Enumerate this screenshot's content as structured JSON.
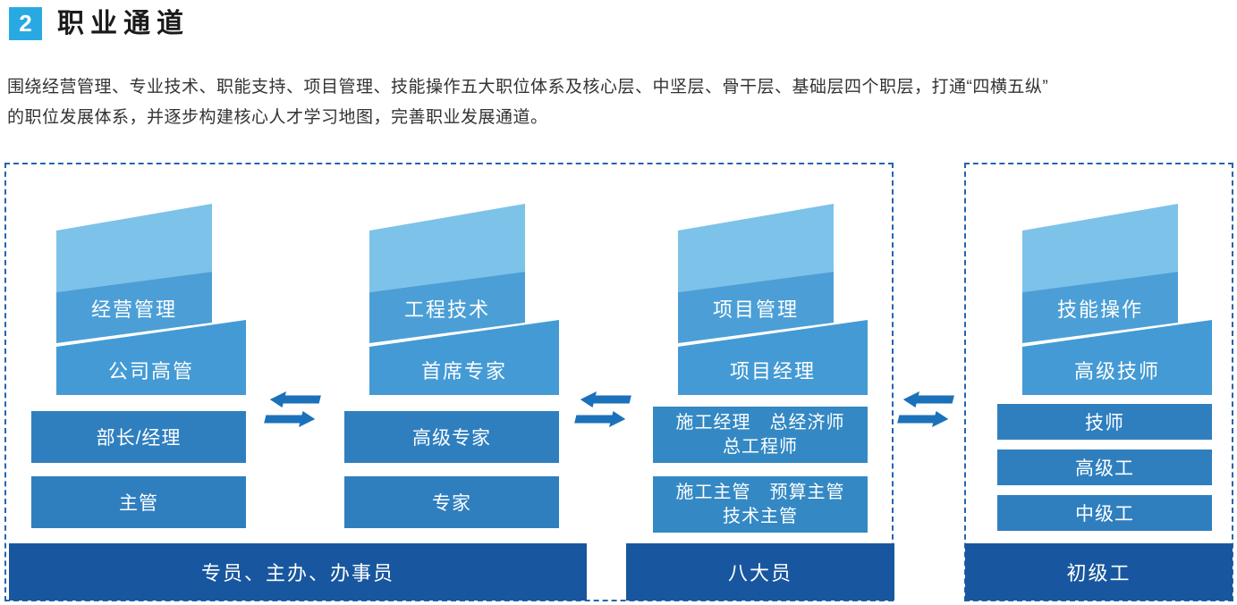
{
  "header": {
    "badge": "2",
    "title": "职业通道"
  },
  "intro": {
    "line1": "围绕经营管理、专业技术、职能支持、项目管理、技能操作五大职位体系及核心层、中坚层、骨干层、基础层四个职层，打通“四横五纵”",
    "line2": "的职位发展体系，并逐步构建核心人才学习地图，完善职业发展通道。"
  },
  "columns": [
    {
      "flag": "经营管理",
      "senior": "公司高管",
      "levels": [
        "部长/经理",
        "主管"
      ]
    },
    {
      "flag": "工程技术",
      "senior": "首席专家",
      "levels": [
        "高级专家",
        "专家"
      ]
    },
    {
      "flag": "项目管理",
      "senior": "项目经理",
      "levels": [
        {
          "line1": "施工经理　总经济师",
          "line2": "总工程师"
        },
        {
          "line1": "施工主管　预算主管",
          "line2": "技术主管"
        }
      ]
    },
    {
      "flag": "技能操作",
      "senior": "高级技师",
      "levels": [
        "技师",
        "高级工",
        "中级工"
      ]
    }
  ],
  "base_bars": [
    "专员、主办、办事员",
    "八大员",
    "初级工"
  ],
  "colors": {
    "accent": "#29a9e1",
    "border": "#2465ae",
    "ribbon_light": "#7dc2e9",
    "ribbon_band": "#4c9fd6",
    "ribbon_band2": "#449ad4",
    "block": "#2f7fbf",
    "block_alt": "#3489c4",
    "bar": "#18579f",
    "arrow": "#1b72ba"
  }
}
